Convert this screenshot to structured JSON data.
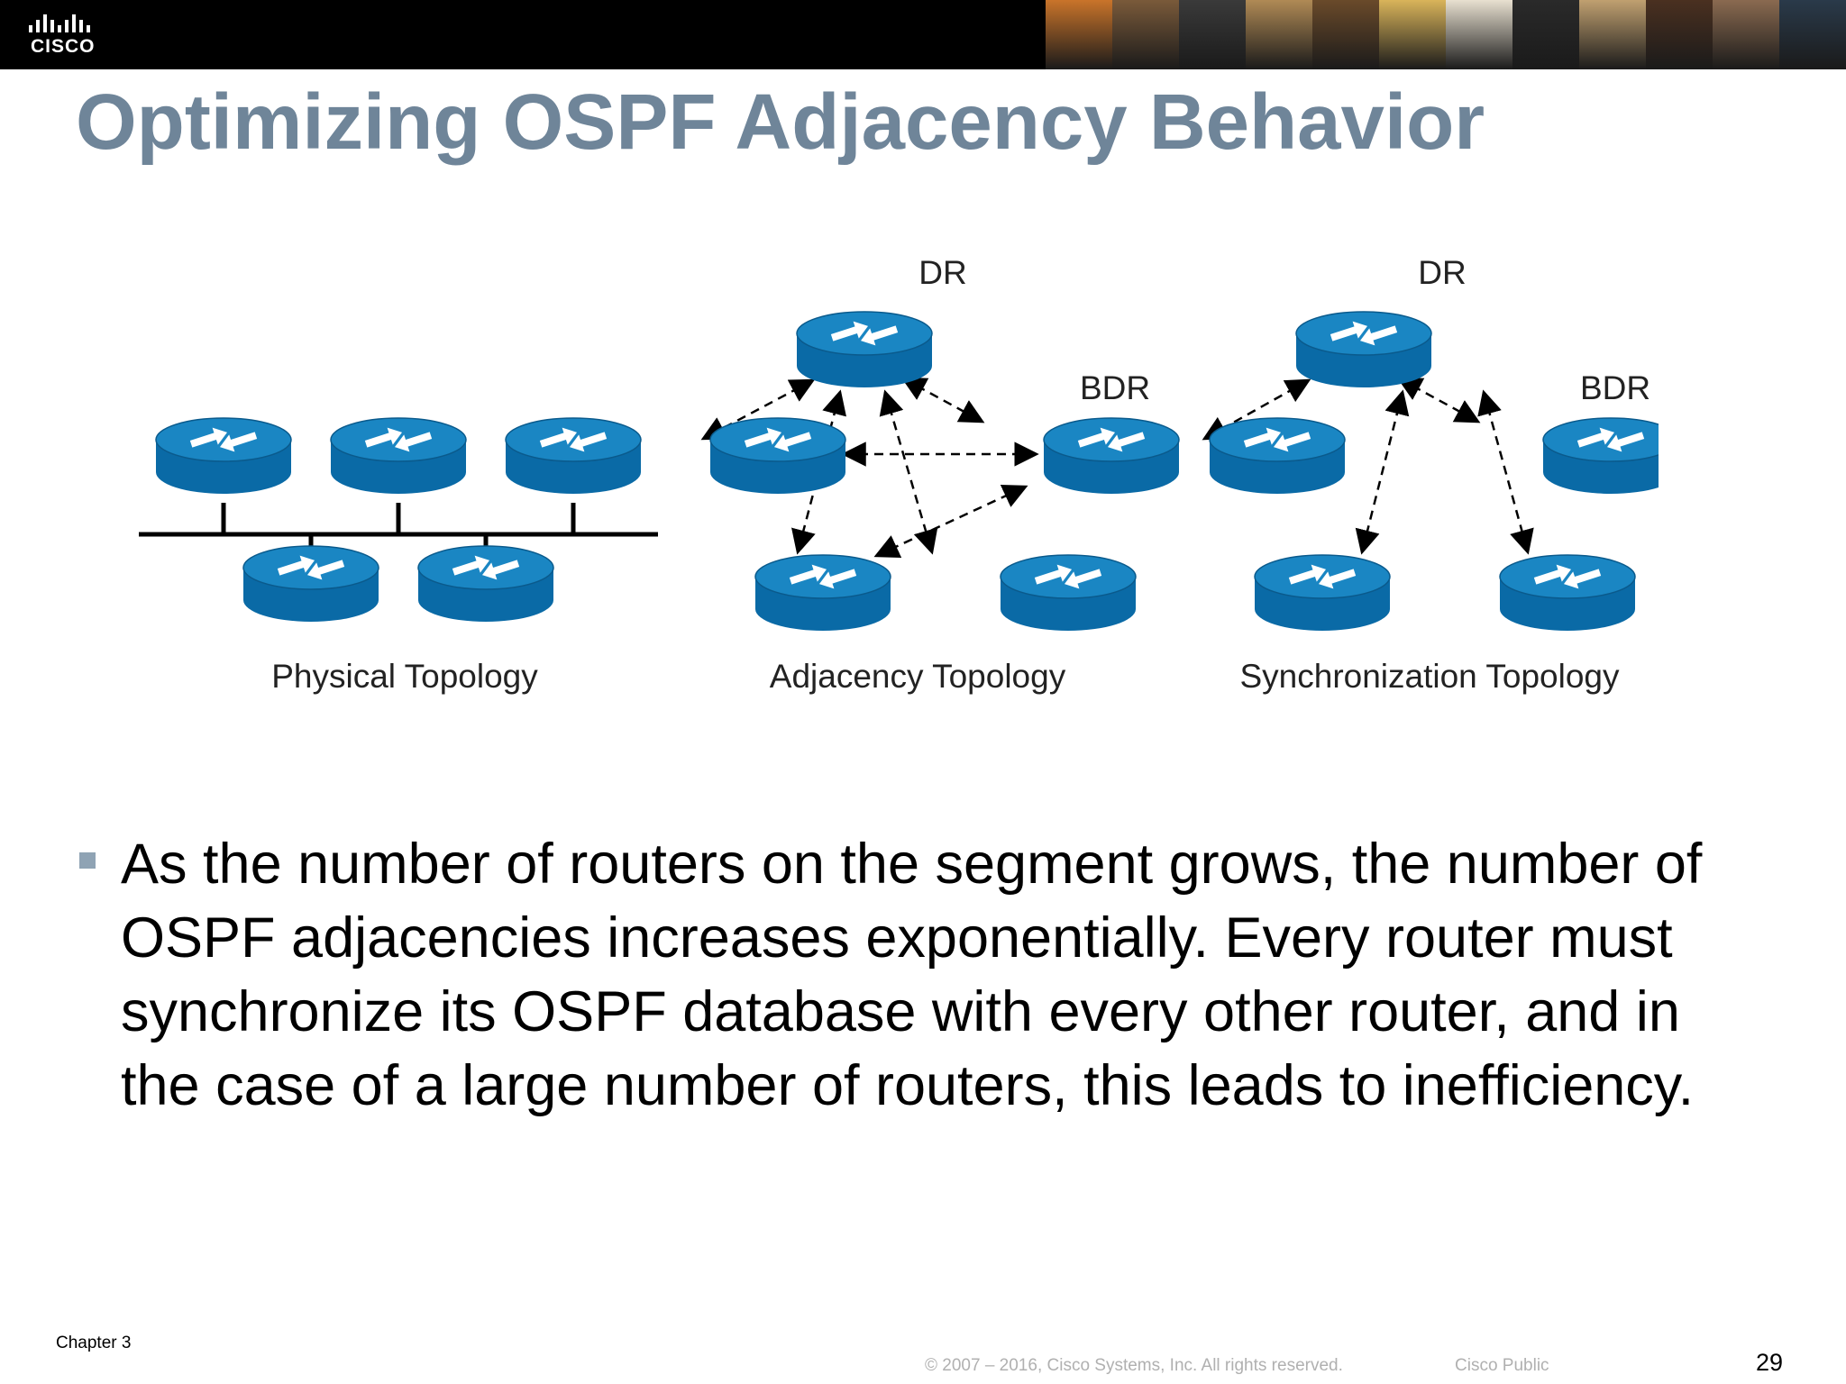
{
  "header": {
    "logo_word": "CISCO",
    "photo_colors": [
      "#c9742a",
      "#7a5a3a",
      "#3a3a3a",
      "#b08a55",
      "#6a4a2a",
      "#d9b45a",
      "#e8e0d0",
      "#2a2a2a",
      "#c0a070",
      "#4a3020",
      "#8a6a50",
      "#2a3a4a"
    ]
  },
  "slide": {
    "title": "Optimizing OSPF Adjacency Behavior"
  },
  "diagram": {
    "router_color": "#0a6aa6",
    "router_top_color": "#1a86c3",
    "panels": [
      {
        "label": "Physical Topology"
      },
      {
        "label": "Adjacency Topology",
        "dr_label": "DR",
        "bdr_label": "BDR"
      },
      {
        "label": "Synchronization Topology",
        "dr_label": "DR",
        "bdr_label": "BDR"
      }
    ]
  },
  "bullet": {
    "text": "As the number of routers on the segment grows, the number of OSPF adjacencies increases exponentially. Every router must synchronize its OSPF database with every other router, and in the case of a large number of routers, this leads to inefficiency."
  },
  "footer": {
    "chapter": "Chapter 3",
    "copyright": "© 2007 – 2016, Cisco Systems, Inc. All rights reserved.",
    "classification": "Cisco Public",
    "page_number": "29"
  }
}
